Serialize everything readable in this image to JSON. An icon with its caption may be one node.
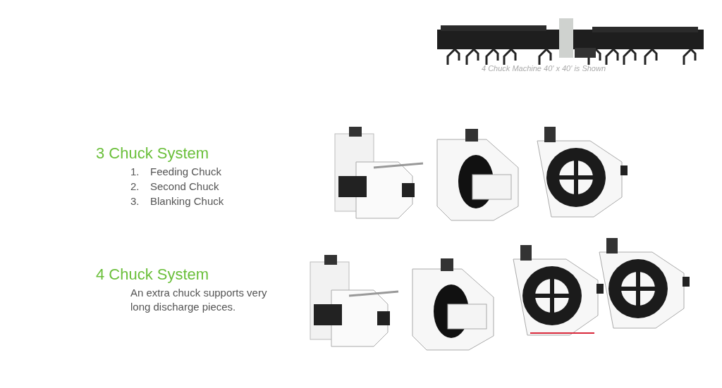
{
  "diagram": {
    "labels": [
      "4 Chuck Machine 40' x 40' is Shown",
      "3 Chuck System",
      "1.",
      "Feeding Chuck",
      "2.",
      "Second Chuck",
      "3.",
      "Blanking Chuck",
      "4 Chuck System",
      "An extra chuck supports very long discharge pieces."
    ]
  }
}
